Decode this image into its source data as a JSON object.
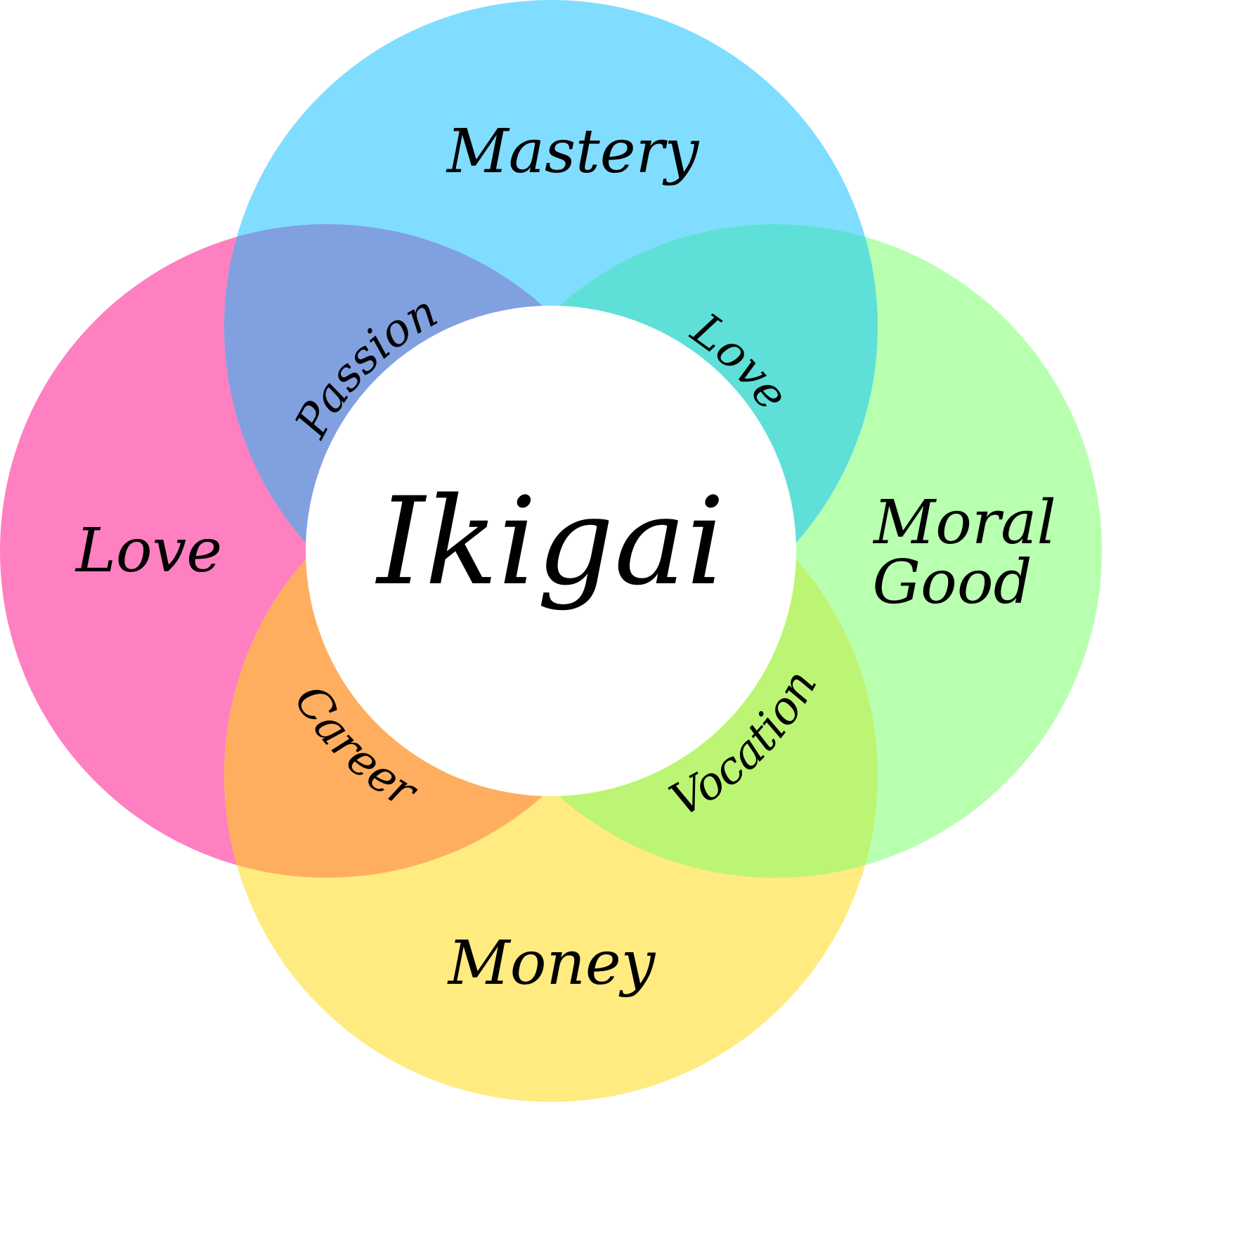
{
  "title": "Ikigai",
  "colors": {
    "love": "#ff80c0",
    "mastery": "#80ddff",
    "moral_good": "#b8ffb0",
    "money": "#ffeb80",
    "passion": "#80a0e0",
    "love_overlap": "#5ee0d8",
    "vocation": "#bbf573",
    "career": "#ffae60",
    "center": "#ffffff"
  },
  "circles": {
    "left": "Love",
    "top": "Mastery",
    "right_line1": "Moral",
    "right_line2": "Good",
    "bottom": "Money"
  },
  "overlaps": {
    "top_left": "Passion",
    "top_right": "Love",
    "bottom_left": "Career",
    "bottom_right": "Vocation"
  }
}
